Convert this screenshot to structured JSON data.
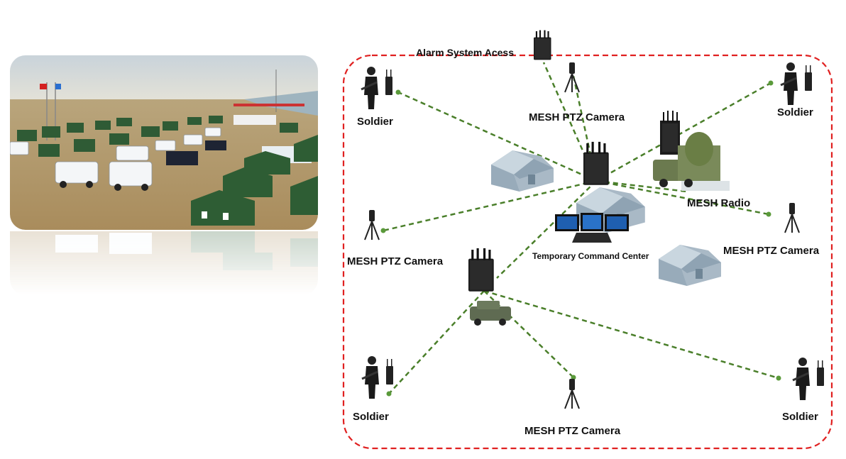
{
  "labels": {
    "alarm": "Alarm System Acess",
    "ptz_top": "MESH PTZ Camera",
    "ptz_left": "MESH PTZ Camera",
    "ptz_right": "MESH PTZ Camera",
    "ptz_bottom": "MESH PTZ Camera",
    "soldier_tl": "Soldier",
    "soldier_tr": "Soldier",
    "soldier_bl": "Soldier",
    "soldier_br": "Soldier",
    "mesh_radio": "MESH Radio",
    "command_center": "Temporary Command Center"
  },
  "colors": {
    "boundary": "#e02020",
    "link": "#4a7f2a",
    "node_dot": "#5a9a3a"
  },
  "icons": {
    "photo": "military-camp-photo",
    "router": "mesh-router-icon",
    "camera": "ptz-camera-icon",
    "soldier": "soldier-icon",
    "house": "house-icon",
    "truck": "radar-truck-icon",
    "humvee": "humvee-icon",
    "laptop": "laptop-icon"
  }
}
